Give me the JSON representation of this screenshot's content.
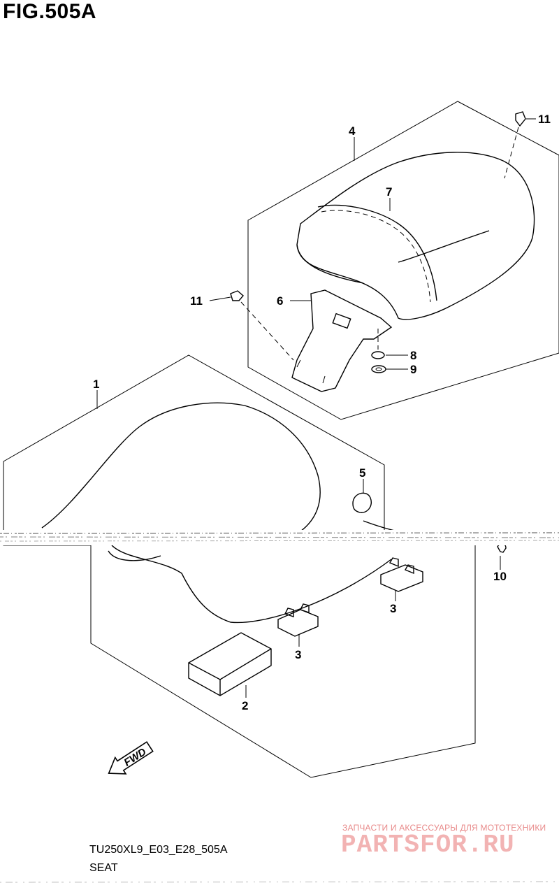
{
  "figure": {
    "title": "FIG.505A",
    "model_code": "TU250XL9_E03_E28_505A",
    "name": "SEAT"
  },
  "callouts": [
    {
      "id": "c1",
      "label": "1"
    },
    {
      "id": "c2",
      "label": "2"
    },
    {
      "id": "c3a",
      "label": "3"
    },
    {
      "id": "c3b",
      "label": "3"
    },
    {
      "id": "c4",
      "label": "4"
    },
    {
      "id": "c5",
      "label": "5"
    },
    {
      "id": "c6",
      "label": "6"
    },
    {
      "id": "c7",
      "label": "7"
    },
    {
      "id": "c8",
      "label": "8"
    },
    {
      "id": "c9",
      "label": "9"
    },
    {
      "id": "c10",
      "label": "10"
    },
    {
      "id": "c11a",
      "label": "11"
    },
    {
      "id": "c11b",
      "label": "11"
    }
  ],
  "fwd_arrow": {
    "label": "FWD"
  },
  "watermark": {
    "subtitle": "ЗАПЧАСТИ И АКСЕССУАРЫ ДЛЯ МОТОТЕХНИКИ",
    "brand": "PARTSFOR.RU"
  }
}
